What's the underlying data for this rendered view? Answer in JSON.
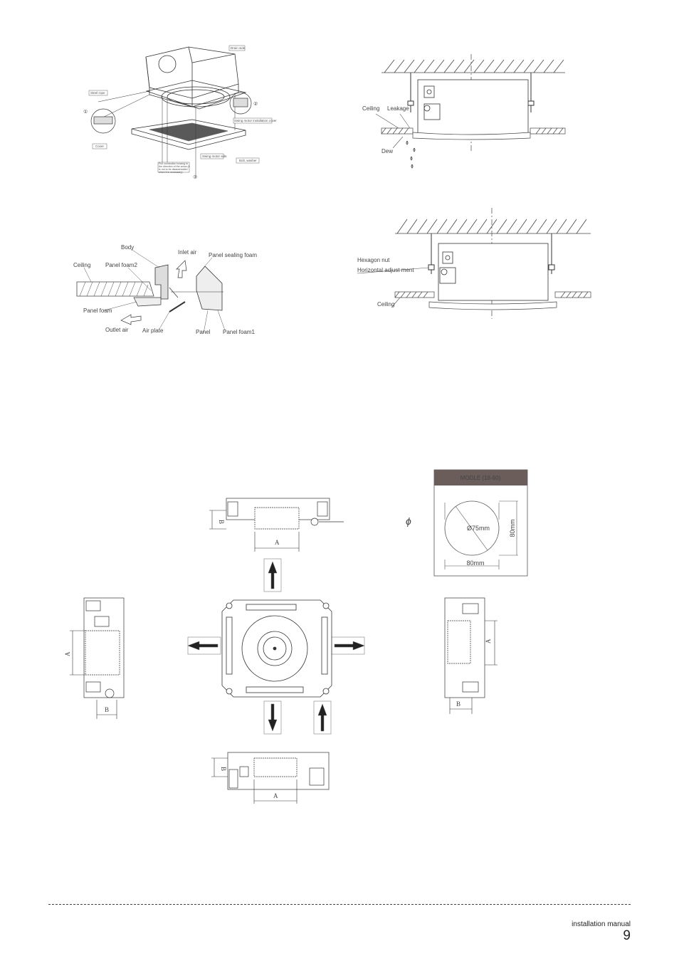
{
  "fig_panel_install": {
    "labels": {
      "drain_side": "Drain side",
      "steel_rope": "Steel rope",
      "cover": "Cover",
      "swing_motor_cover": "Swing motor installation cover",
      "swing_motor_side": "Swing motor side",
      "bolt_washer": "Bolt, washer",
      "note": "Pull connection bracing to the direction of the arrow (it is not to be disassembled when it is necessary)",
      "circle_1": "①",
      "circle_2": "②",
      "circle_3": "③"
    }
  },
  "fig_leakage": {
    "labels": {
      "ceiling": "Ceiling",
      "leakage": "Leakage",
      "dew": "Dew"
    }
  },
  "fig_foam": {
    "labels": {
      "body": "Body",
      "inlet_air": "Inlet air",
      "panel_sealing_foam": "Panel sealing foam",
      "ceiling": "Ceiling",
      "panel_foam2": "Panel foam2",
      "panel_foam": "Panel foam",
      "outlet_air": "Outlet air",
      "air_plate": "Air plate",
      "panel": "Panel",
      "panel_foam1": "Panel foam1"
    }
  },
  "fig_adjust": {
    "labels": {
      "hexagon_nut": "Hexagon nut",
      "horizontal_adjust": "Horizontal adjust ment",
      "ceiling": "Ceiling"
    }
  },
  "fig_model": {
    "header": "MODLE  (18-60)",
    "diameter": "Ø75mm",
    "width": "80mm",
    "height": "80mm",
    "phi": "ϕ"
  },
  "fig_side_views": {
    "dim_a": "A",
    "dim_b": "B"
  },
  "footer": {
    "caption": "installation manual",
    "page": "9"
  }
}
